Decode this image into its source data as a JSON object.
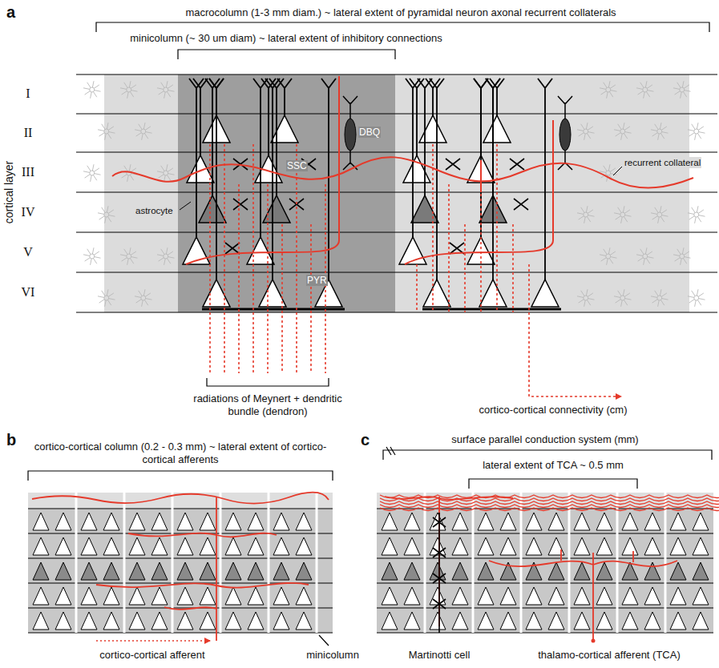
{
  "diagram": {
    "labels": [
      "a",
      "macrocolumn (1-3 mm diam.) ~ lateral extent of pyramidal neuron axonal recurrent collaterals",
      "minicolumn (~ 30 um diam) ~ lateral extent of inhibitory connections",
      "I",
      "II",
      "III",
      "IV",
      "V",
      "VI",
      "cortical layer",
      "DBQ",
      "SSC",
      "recurrent collateral",
      "astrocyte",
      "PYR",
      "radiations of Meynert + dendritic bundle (dendron)",
      "cortico-cortical connectivity (cm)",
      "b",
      "cortico-cortical column (0.2 - 0.3 mm) ~ lateral extent of cortico-cortical afferents",
      "cortico-cortical afferent",
      "minicolumn",
      "c",
      "surface parallel conduction system (mm)",
      "lateral extent of TCA ~ 0.5 mm",
      "Martinotti cell",
      "thalamo-cortical afferent (TCA)"
    ]
  }
}
